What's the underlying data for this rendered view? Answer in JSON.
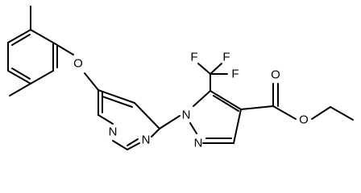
{
  "molecule": {
    "atoms": {
      "o_ether": "O",
      "n_pym_a": "N",
      "n_pym_b": "N",
      "n_pz_1": "N",
      "n_pz_2": "N",
      "f_top_left": "F",
      "f_top_right": "F",
      "f_right": "F",
      "o_carbonyl": "O",
      "o_ester": "O"
    }
  }
}
